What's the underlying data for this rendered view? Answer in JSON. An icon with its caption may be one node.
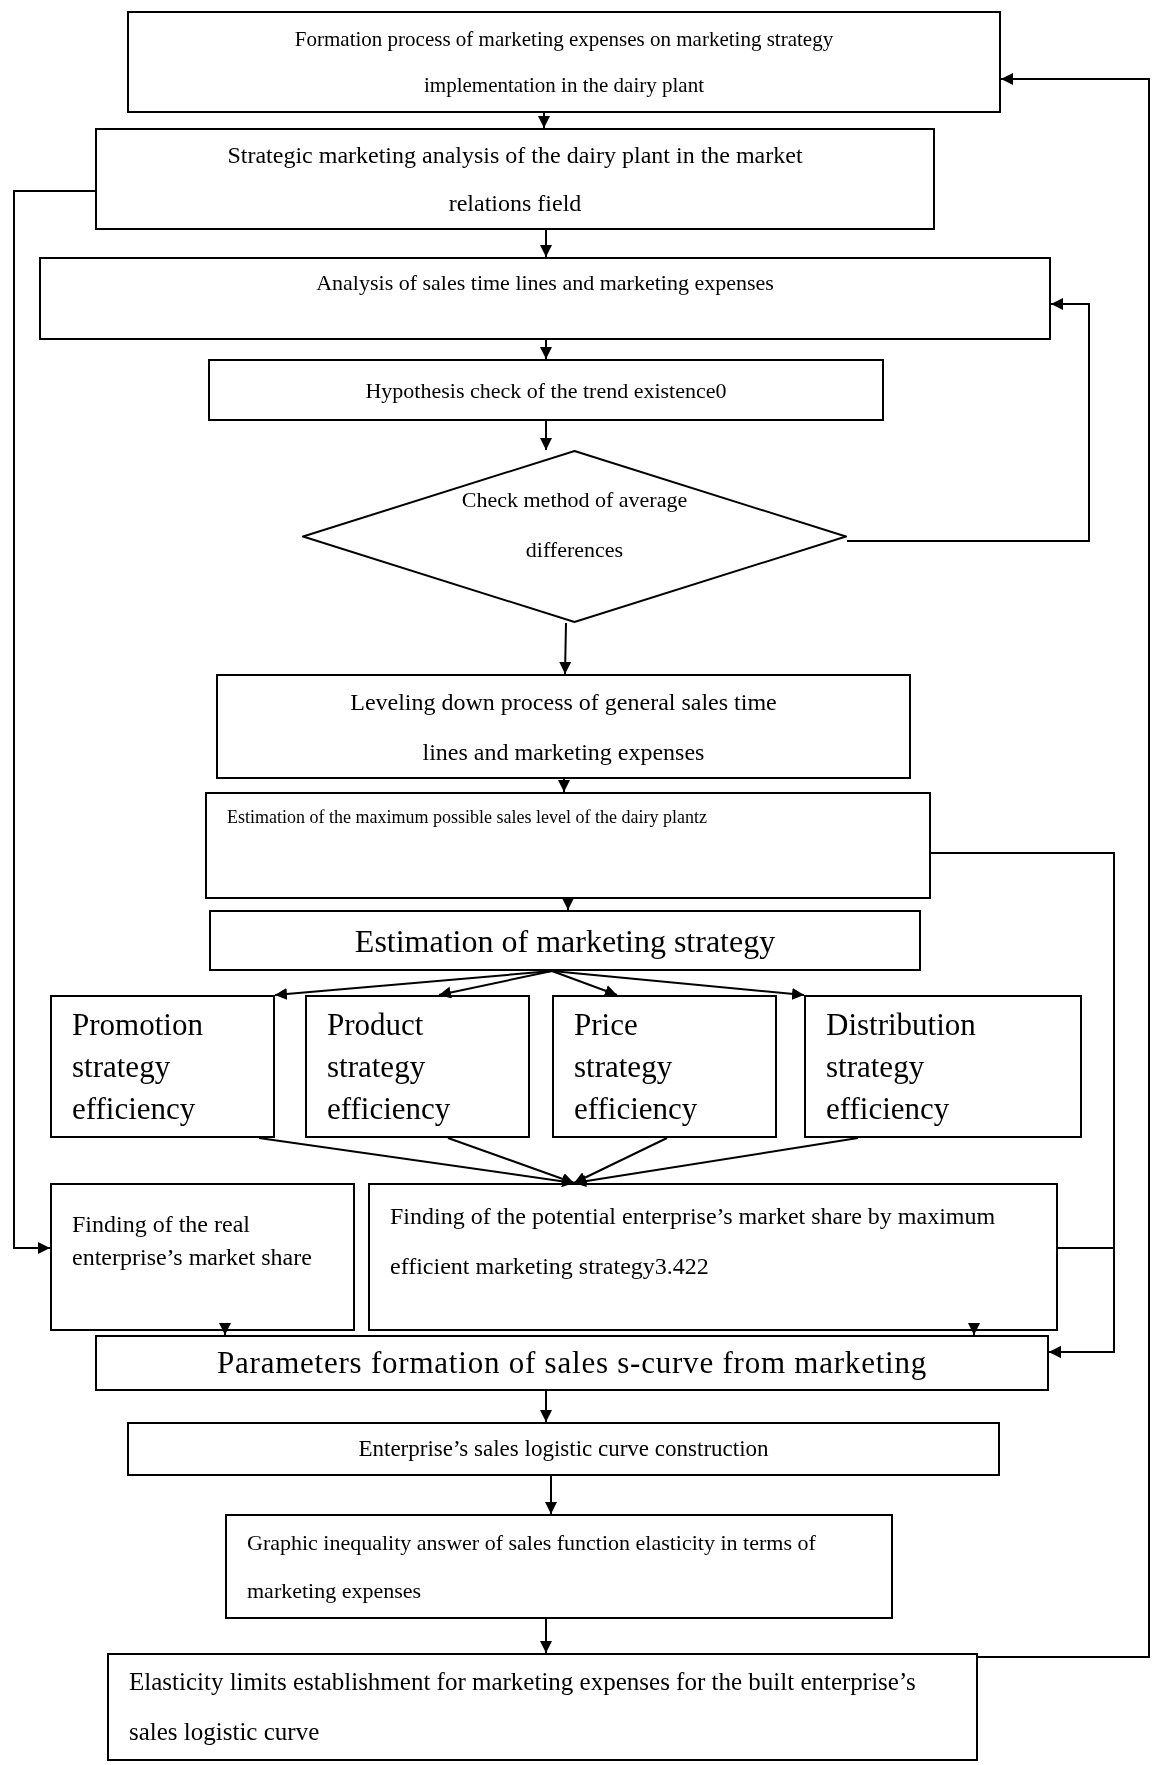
{
  "diagram": {
    "nodes": [
      {
        "text": [
          "Formation process of marketing expenses on marketing strategy implementation in the dairy plant"
        ]
      },
      {
        "text": [
          "Strategic marketing analysis of the dairy plant in the market relations field"
        ]
      },
      {
        "text": [
          "Analysis of sales time lines and marketing expenses"
        ]
      },
      {
        "text": [
          "Hypothesis check of the trend existence0"
        ]
      },
      {
        "text": [
          "Check method of average differences"
        ]
      },
      {
        "text": [
          "Leveling down process of general sales time lines and marketing expenses"
        ]
      },
      {
        "text": [
          "Estimation of the maximum possible sales level of the dairy plantz"
        ]
      },
      {
        "text": [
          "Estimation of marketing strategy"
        ]
      },
      {
        "text": [
          "Promotion strategy efficiency"
        ]
      },
      {
        "text": [
          "Product strategy efficiency"
        ]
      },
      {
        "text": [
          "Price strategy efficiency"
        ]
      },
      {
        "text": [
          "Distribution strategy efficiency"
        ]
      },
      {
        "text": [
          "Finding of the real enterprise’s market share"
        ]
      },
      {
        "text": [
          "Finding of the potential enterprise’s market share by maximum efficient marketing strategy3.422"
        ]
      },
      {
        "text": [
          "Parameters formation of sales s-curve from marketing"
        ]
      },
      {
        "text": [
          "Enterprise’s sales logistic curve construction"
        ]
      },
      {
        "text": [
          "Graphic inequality answer of sales function elasticity in terms of marketing expenses"
        ]
      },
      {
        "text": [
          "Elasticity limits establishment for marketing expenses for the built enterprise’s sales logistic curve"
        ]
      }
    ],
    "edges": [
      {
        "from": 0,
        "to": 1,
        "arrow": "to"
      },
      {
        "from": 1,
        "to": 2,
        "arrow": "to"
      },
      {
        "from": 2,
        "to": 3,
        "arrow": "to"
      },
      {
        "from": 3,
        "to": 4,
        "arrow": "to"
      },
      {
        "from": 4,
        "to": 5,
        "arrow": "to"
      },
      {
        "from": 5,
        "to": 6,
        "arrow": "to"
      },
      {
        "from": 6,
        "to": 7,
        "arrow": "to"
      },
      {
        "from": 7,
        "to": 8,
        "arrow": "to"
      },
      {
        "from": 7,
        "to": 9,
        "arrow": "to"
      },
      {
        "from": 7,
        "to": 10,
        "arrow": "to"
      },
      {
        "from": 7,
        "to": 11,
        "arrow": "to"
      },
      {
        "from": 8,
        "to": 13,
        "arrow": "to"
      },
      {
        "from": 9,
        "to": 13,
        "arrow": "to"
      },
      {
        "from": 10,
        "to": 13,
        "arrow": "to"
      },
      {
        "from": 11,
        "to": 13,
        "arrow": "to"
      },
      {
        "from": 12,
        "to": 14,
        "arrow": "to"
      },
      {
        "from": 13,
        "to": 14,
        "arrow": "to"
      },
      {
        "from": 14,
        "to": 15,
        "arrow": "to"
      },
      {
        "from": 15,
        "to": 16,
        "arrow": "to"
      },
      {
        "from": 16,
        "to": 17,
        "arrow": "to"
      },
      {
        "from": 17,
        "to": 0,
        "arrow": "to"
      },
      {
        "from": 1,
        "to": 12,
        "arrow": "to"
      },
      {
        "from": 4,
        "to": 2,
        "arrow": "to"
      },
      {
        "from": 6,
        "to": 14,
        "arrow": "to"
      },
      {
        "from": 13,
        "to": 14,
        "arrow": "to"
      }
    ]
  }
}
